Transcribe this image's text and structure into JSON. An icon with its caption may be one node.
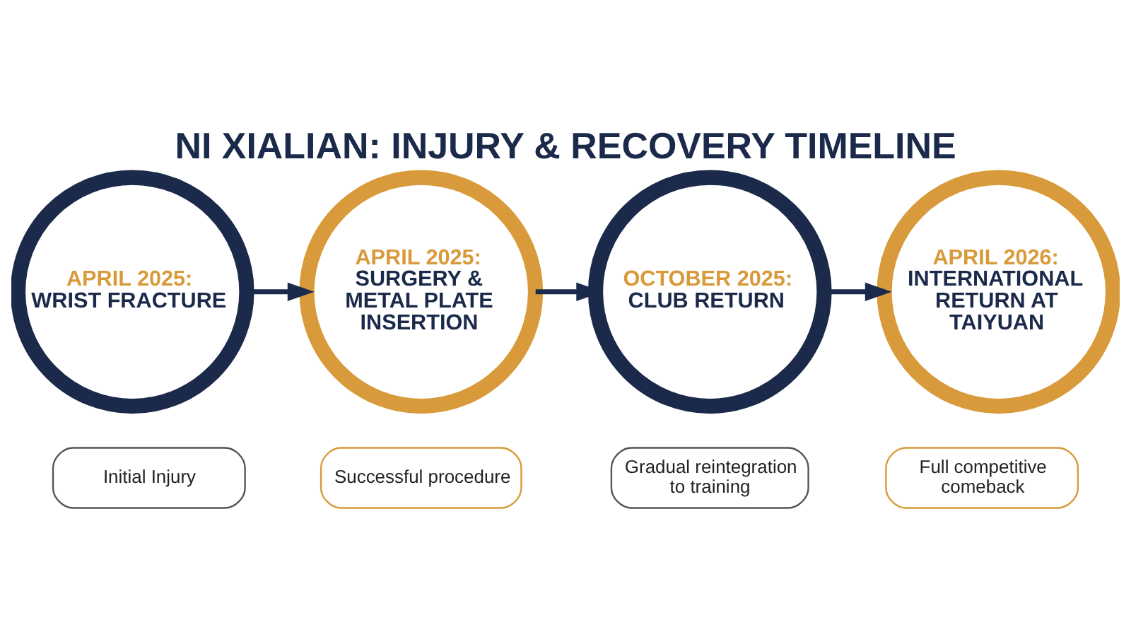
{
  "diagram": {
    "title": "NI XIALIAN: INJURY & RECOVERY TIMELINE",
    "nodes": [
      {
        "text": [
          "APRIL 2025:",
          "WRIST FRACTURE"
        ]
      },
      {
        "text": [
          "APRIL 2025:",
          "SURGERY & METAL PLATE INSERTION"
        ]
      },
      {
        "text": [
          "OCTOBER 2025:",
          "CLUB RETURN"
        ]
      },
      {
        "text": [
          "APRIL 2026:",
          "INTERNATIONAL RETURN AT TAIYUAN"
        ]
      },
      {
        "text": [
          "Initial Injury"
        ]
      },
      {
        "text": [
          "Successful procedure"
        ]
      },
      {
        "text": [
          "Gradual reintegration to training"
        ]
      },
      {
        "text": [
          "Full competitive comeback"
        ]
      }
    ],
    "edges": [
      {
        "from": 0,
        "to": 1,
        "arrow": "to"
      },
      {
        "from": 1,
        "to": 2,
        "arrow": "to"
      },
      {
        "from": 2,
        "to": 3,
        "arrow": "to"
      }
    ]
  }
}
